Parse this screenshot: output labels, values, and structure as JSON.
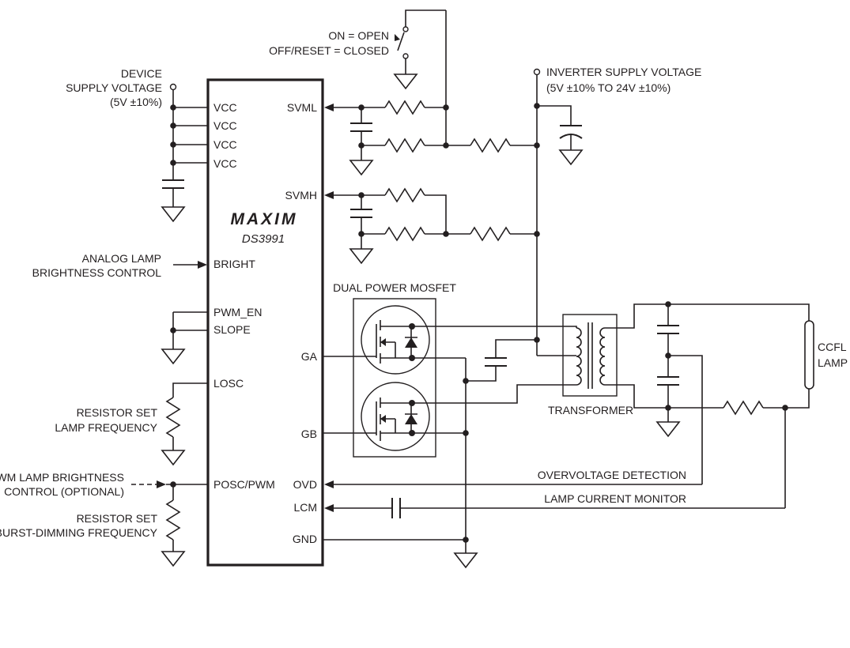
{
  "diagram": {
    "chip": {
      "logo": "MAXIM",
      "part": "DS3991",
      "pins_left": [
        "VCC",
        "VCC",
        "VCC",
        "VCC",
        "BRIGHT",
        "PWM_EN",
        "SLOPE",
        "LOSC",
        "POSC/PWM"
      ],
      "pins_right": [
        "SVML",
        "SVMH",
        "GA",
        "GB",
        "OVD",
        "LCM",
        "GND"
      ]
    },
    "labels": {
      "device_supply": [
        "DEVICE",
        "SUPPLY VOLTAGE",
        "(5V ±10%)"
      ],
      "switch": [
        "ON = OPEN",
        "OFF/RESET = CLOSED"
      ],
      "inverter_supply": [
        "INVERTER  SUPPLY VOLTAGE",
        "(5V ±10% TO 24V ±10%)"
      ],
      "analog_lamp": [
        "ANALOG LAMP",
        "BRIGHTNESS CONTROL"
      ],
      "resistor_set_lamp": [
        "RESISTOR SET",
        "LAMP FREQUENCY"
      ],
      "pwm_lamp": [
        "PWM LAMP BRIGHTNESS",
        "CONTROL (OPTIONAL)"
      ],
      "resistor_set_burst": [
        "RESISTOR SET",
        "BURST-DIMMING FREQUENCY"
      ],
      "dual_mosfet": "DUAL POWER MOSFET",
      "transformer": "TRANSFORMER",
      "ccfl_lamp": [
        "CCFL",
        "LAMP"
      ],
      "overvoltage": "OVERVOLTAGE DETECTION",
      "lamp_current": "LAMP CURRENT MONITOR"
    }
  }
}
